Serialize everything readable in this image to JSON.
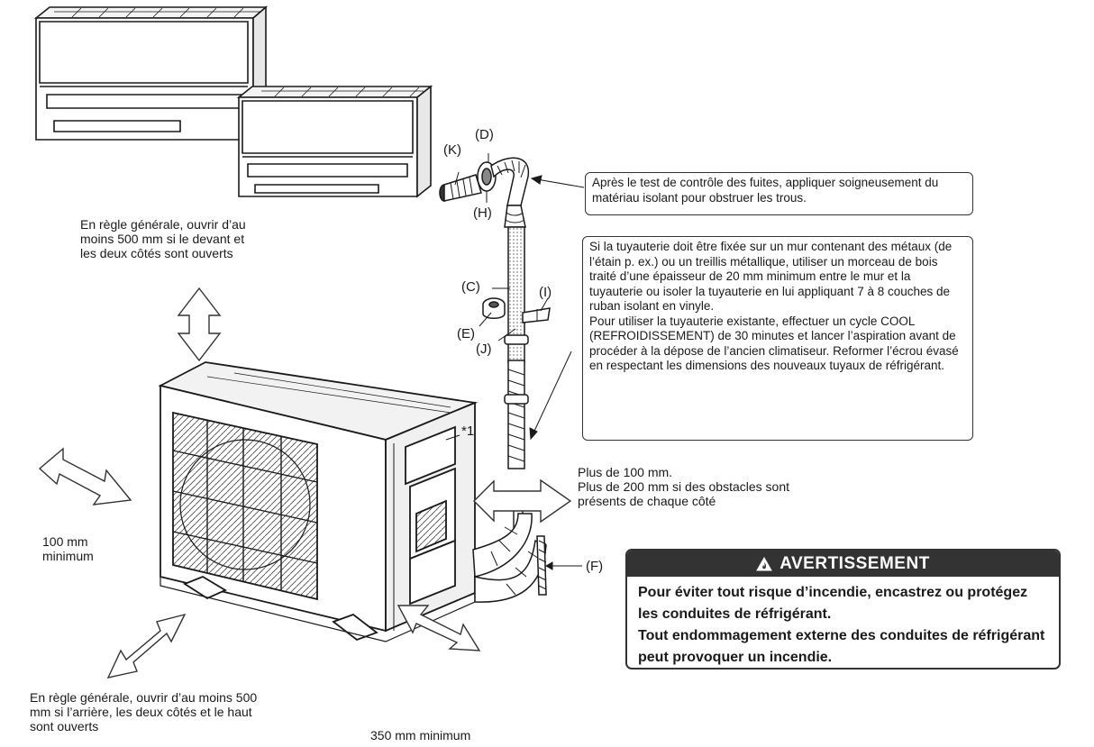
{
  "labels": {
    "k": "(K)",
    "d": "(D)",
    "h": "(H)",
    "c": "(C)",
    "i": "(I)",
    "e": "(E)",
    "j": "(J)",
    "f": "(F)",
    "star1": "*1"
  },
  "notes": {
    "front_clearance": "En règle générale, ouvrir d’au moins 500 mm si le devant et les deux côtés sont ouverts",
    "side_left": "100 mm minimum",
    "rear_clearance": "En règle générale, ouvrir d’au moins 500 mm si l’arrière, les deux côtés et le haut sont ouverts",
    "front_min": "350 mm minimum",
    "side_right_line1": "Plus de 100 mm.",
    "side_right_line2": "Plus de 200 mm si des obstacles sont présents de chaque côté"
  },
  "callouts": {
    "leak_test": "Après le test de contrôle des fuites, appliquer soigneusement du matériau isolant pour obstruer les trous.",
    "metal_wall": "Si la tuyauterie doit être fixée sur un mur contenant des métaux (de l’étain p. ex.) ou un treillis métallique, utiliser un morceau de bois traité d’une épaisseur de 20 mm minimum entre le mur et la tuyauterie ou isoler la tuyauterie en lui appliquant 7 à 8 couches de ruban isolant en vinyle.",
    "existing_piping": "Pour utiliser la tuyauterie existante, effectuer un cycle COOL (REFROIDISSEMENT) de 30 minutes et lancer l’aspiration avant de procéder à la dépose de l’ancien climatiseur. Reformer l’écrou évasé en respectant les dimensions des nouveaux tuyaux de réfrigérant."
  },
  "warning": {
    "title": "AVERTISSEMENT",
    "line1": "Pour éviter tout risque d’incendie, encastrez ou protégez les conduites de réfrigérant.",
    "line2": "Tout endommagement externe des conduites de réfrigérant peut provoquer un incendie."
  },
  "icons": {
    "warning": "fire-warning-icon"
  }
}
